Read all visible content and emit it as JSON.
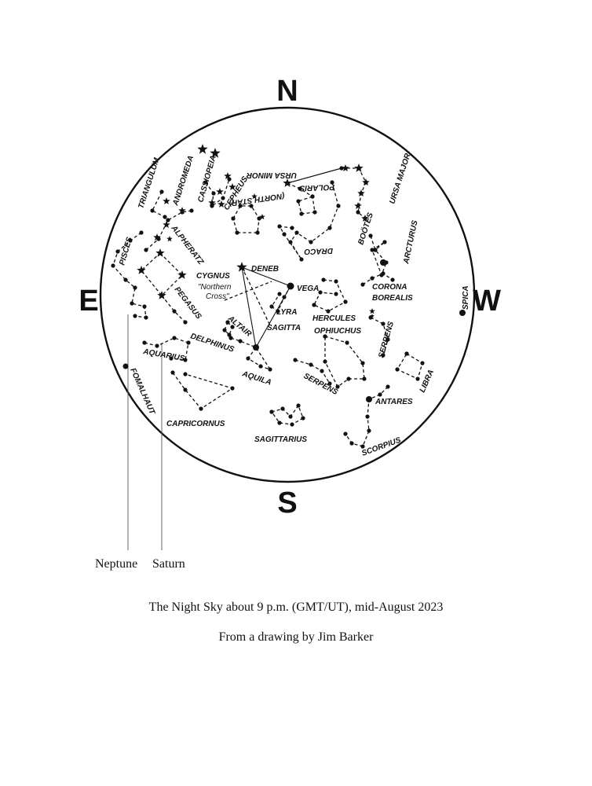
{
  "compass": {
    "north": "N",
    "south": "S",
    "east": "E",
    "west": "W"
  },
  "caption": "The Night Sky about 9 p.m. (GMT/UT), mid-August 2023",
  "credit": "From a drawing by Jim Barker",
  "planets": {
    "neptune": "Neptune",
    "saturn": "Saturn"
  },
  "labels": {
    "triangulum": "TRIANGULUM",
    "andromeda": "ANDROMEDA",
    "cassiopeia": "CASSIOPEIA",
    "cepheus": "CEPHEUS",
    "ursa_minor": "URSA MINOR",
    "polaris": "POLARIS",
    "north_star": "(NORTH STAR)",
    "ursa_major": "URSA MAJOR",
    "bootes": "BOÖTES",
    "arcturus": "ARCTURUS",
    "draco": "DRACO",
    "alpheratz": "ALPHERATZ",
    "pisces": "PISCES",
    "cygnus": "CYGNUS",
    "northern_cross_1": "\"Northern",
    "northern_cross_2": "Cross\"",
    "deneb": "DENEB",
    "vega": "VEGA",
    "lyra": "LYRA",
    "corona": "CORONA",
    "borealis": "BOREALIS",
    "spica": "SPICA",
    "pegasus": "PEGASUS",
    "altair": "ALTAIR",
    "sagitta": "SAGITTA",
    "hercules": "HERCULES",
    "ophiuchus": "OPHIUCHUS",
    "serpens_caput": "SERPENS",
    "delphinus": "DELPHINUS",
    "aquarius": "AQUARIUS",
    "fomalhaut": "FOMALHAUT",
    "aquila": "AQUILA",
    "serpens": "SERPENS",
    "libra": "LIBRA",
    "antares": "ANTARES",
    "capricornus": "CAPRICORNUS",
    "scorpius": "SCORPIUS",
    "sagittarius": "SAGITTARIUS"
  }
}
